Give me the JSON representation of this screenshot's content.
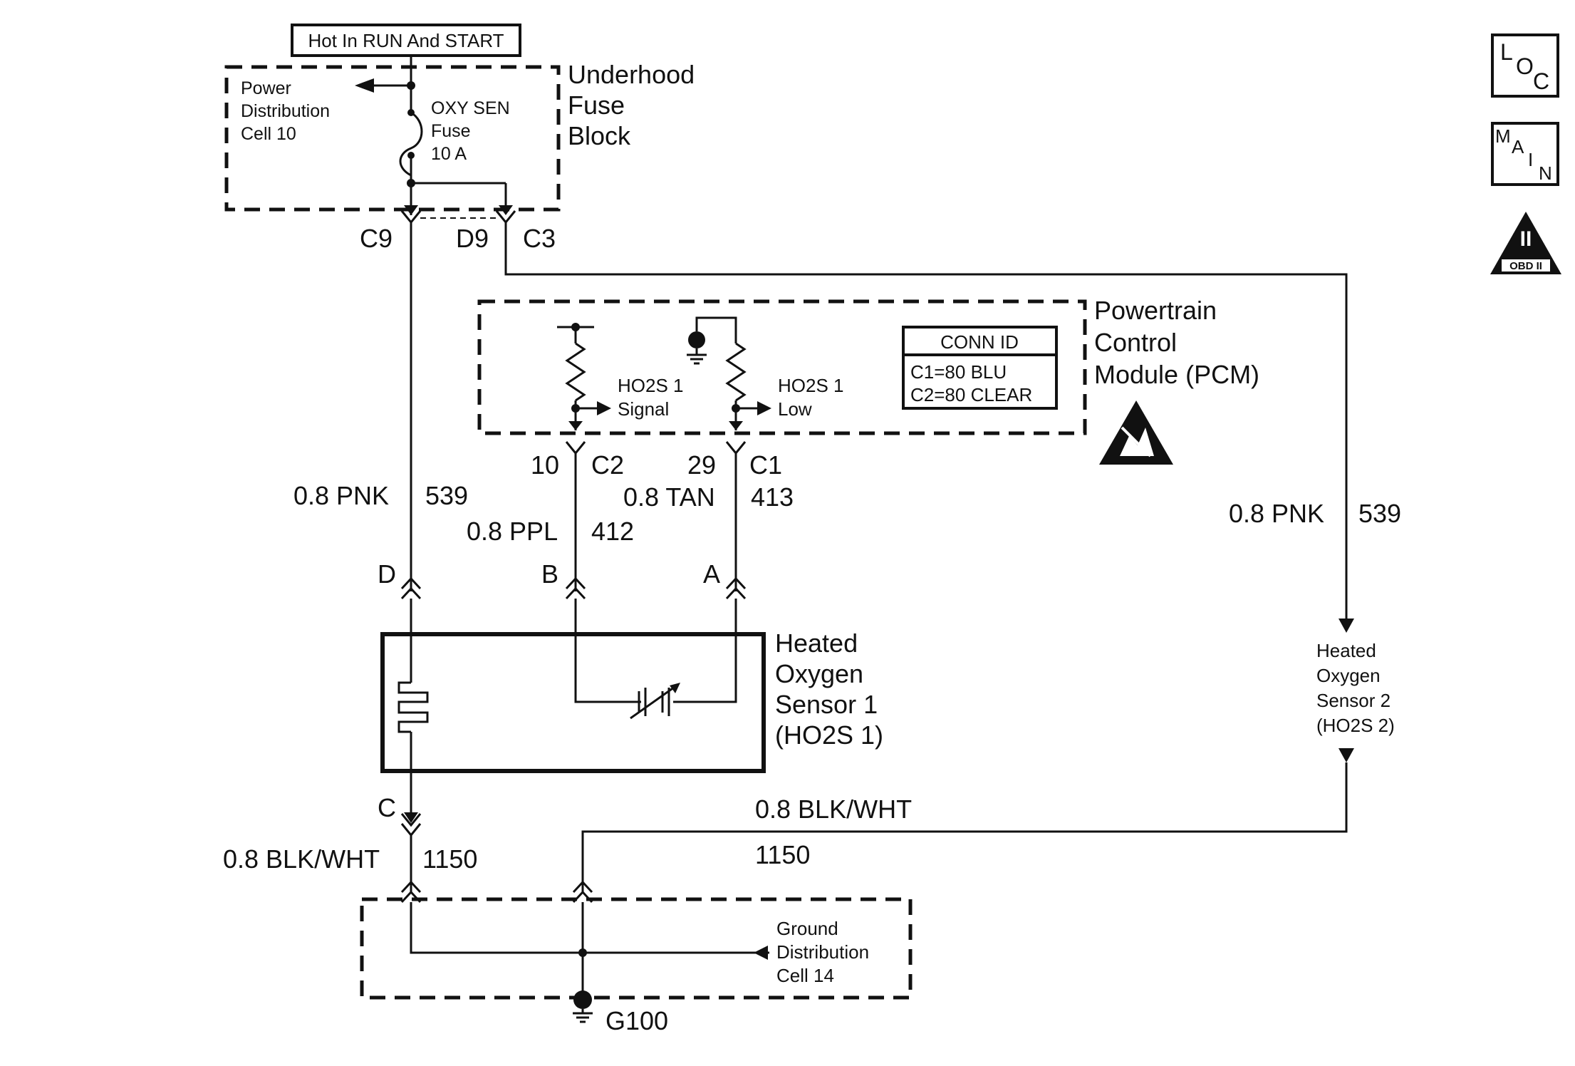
{
  "header_box": "Hot In RUN And START",
  "fuse_block": {
    "title_lines": [
      "Underhood",
      "Fuse",
      "Block"
    ],
    "power_dist_lines": [
      "Power",
      "Distribution",
      "Cell 10"
    ],
    "fuse_lines": [
      "OXY SEN",
      "Fuse",
      "10 A"
    ],
    "connectors": {
      "c9": "C9",
      "d9": "D9",
      "c3": "C3"
    }
  },
  "pcm": {
    "title_lines": [
      "Powertrain",
      "Control",
      "Module (PCM)"
    ],
    "conn_id": {
      "title": "CONN ID",
      "line1": "C1=80 BLU",
      "line2": "C2=80 CLEAR"
    },
    "signal_lines": [
      "HO2S 1",
      "Signal"
    ],
    "low_lines": [
      "HO2S 1",
      "Low"
    ],
    "pins": {
      "sig_num": "10",
      "sig_conn": "C2",
      "low_num": "29",
      "low_conn": "C1"
    }
  },
  "wires": {
    "pnk_left": {
      "gauge": "0.8 PNK",
      "circuit": "539"
    },
    "ppl": {
      "gauge": "0.8 PPL",
      "circuit": "412"
    },
    "tan": {
      "gauge": "0.8 TAN",
      "circuit": "413"
    },
    "pnk_right": {
      "gauge": "0.8 PNK",
      "circuit": "539"
    },
    "blkwht_left": {
      "gauge": "0.8 BLK/WHT",
      "circuit": "1150"
    },
    "blkwht_right": {
      "gauge": "0.8 BLK/WHT",
      "circuit": "1150"
    }
  },
  "sensor1": {
    "lines": [
      "Heated",
      "Oxygen",
      "Sensor 1",
      "(HO2S 1)"
    ],
    "terminals": {
      "d": "D",
      "b": "B",
      "a": "A",
      "c": "C"
    }
  },
  "sensor2": {
    "lines": [
      "Heated",
      "Oxygen",
      "Sensor 2",
      "(HO2S 2)"
    ]
  },
  "ground": {
    "lines": [
      "Ground",
      "Distribution",
      "Cell 14"
    ],
    "id": "G100"
  },
  "icons": {
    "loc": {
      "l": "L",
      "o": "O",
      "c": "C"
    },
    "main": {
      "m": "M",
      "a": "A",
      "i": "I",
      "n": "N"
    },
    "obd": {
      "roman": "II",
      "label": "OBD II"
    },
    "esd": "esd-warning-icon"
  }
}
